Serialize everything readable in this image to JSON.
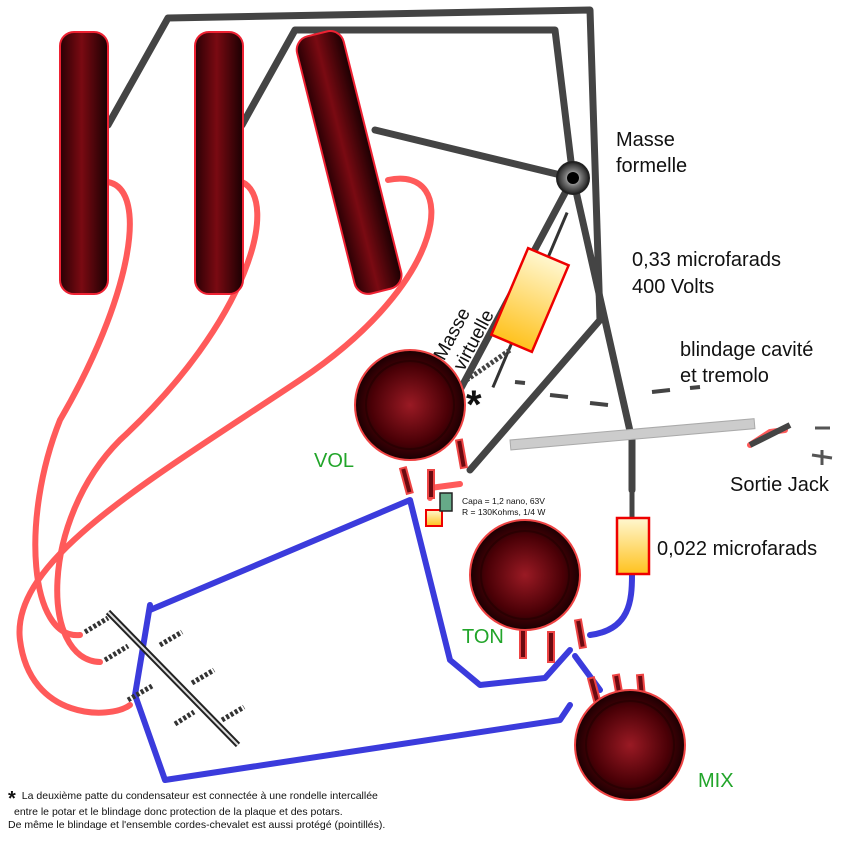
{
  "labels": {
    "masse_formelle_1": "Masse",
    "masse_formelle_2": "formelle",
    "cap033_1": "0,33 microfarads",
    "cap033_2": "400 Volts",
    "blindage_1": "blindage cavité",
    "blindage_2": "et tremolo",
    "masse_virtuelle_1": "Masse",
    "masse_virtuelle_2": "virtuelle",
    "asterisk": "*",
    "vol": "VOL",
    "ton": "TON",
    "mix": "MIX",
    "sortie_jack": "Sortie Jack",
    "cap0022": "0,022 microfarads",
    "capa_note_1": "Capa = 1,2 nano, 63V",
    "capa_note_2": "R = 130Kohms, 1/4 W"
  },
  "footnote": {
    "star": "*",
    "line1": "La deuxième patte du condensateur est connectée à une rondelle intercallée",
    "line2": "entre le potar et le blindage donc protection de la plaque et des potars.",
    "line3": "De même le blindage et l'ensemble cordes-chevalet est aussi protégé (pointillés)."
  },
  "colors": {
    "ground_wire": "#444444",
    "pickup_wire": "#ff5a5a",
    "signal_wire": "#3b3bdc",
    "label_green": "#22a52a",
    "pot_body": "#5a0008",
    "cap_fill": "#ffd23c"
  },
  "icons": [
    "pickup-coil",
    "potentiometer",
    "capacitor",
    "ground-washer",
    "switch-3way",
    "output-jack"
  ]
}
